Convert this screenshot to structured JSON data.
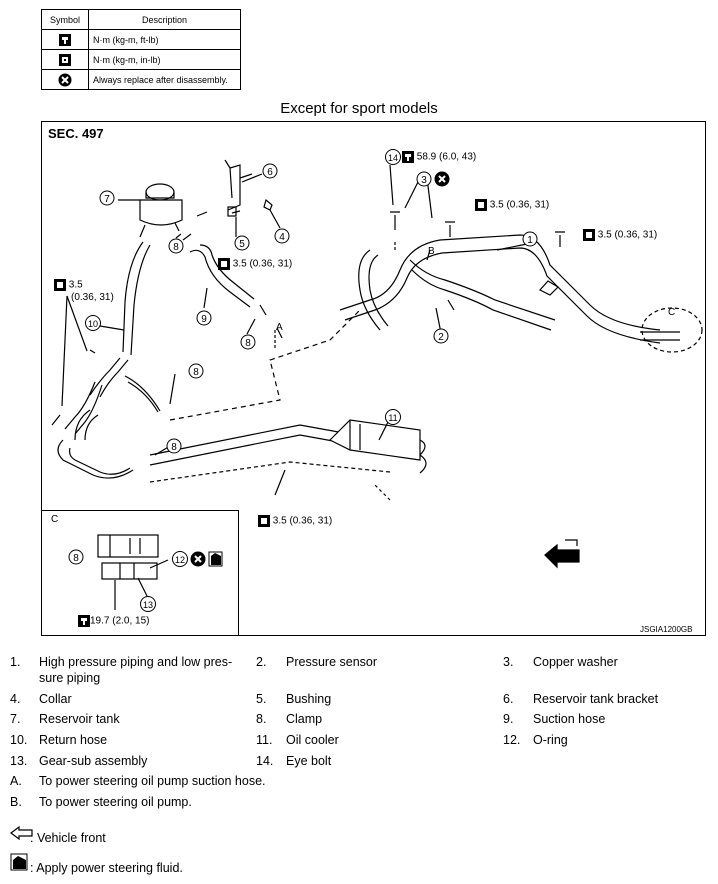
{
  "symbol_table": {
    "header_symbol": "Symbol",
    "header_description": "Description",
    "rows": [
      {
        "icon": "torque-wrench-icon",
        "description": "N·m (kg-m, ft-lb)"
      },
      {
        "icon": "torque-wrench-small-icon",
        "description": "N·m (kg-m, in-lb)"
      },
      {
        "icon": "replace-x-icon",
        "description": "Always replace after disassembly."
      }
    ]
  },
  "heading": "Except for sport models",
  "diagram": {
    "section": "SEC. 497",
    "inset_label": "C",
    "detail_label": "C",
    "code": "JSGIA1200GB",
    "torque_labels": {
      "t14": "58.9 (6.0, 43)",
      "t3a": "3.5 (0.36, 31)",
      "t1": "3.5 (0.36, 31)",
      "t9": "3.5 (0.36, 31)",
      "t10a": "3.5",
      "t10b": "(0.36, 31)",
      "t11": "3.5 (0.36, 31)",
      "t13": "19.7 (2.0, 15)"
    },
    "callouts": [
      "1",
      "2",
      "3",
      "4",
      "5",
      "6",
      "7",
      "8",
      "9",
      "10",
      "11",
      "12",
      "13",
      "14"
    ],
    "letters": {
      "a": "A",
      "b": "B"
    }
  },
  "legend": [
    {
      "num": "1.",
      "text": "High pressure piping and low pres-",
      "text2": "sure piping"
    },
    {
      "num": "2.",
      "text": "Pressure sensor"
    },
    {
      "num": "3.",
      "text": "Copper washer"
    },
    {
      "num": "4.",
      "text": "Collar"
    },
    {
      "num": "5.",
      "text": "Bushing"
    },
    {
      "num": "6.",
      "text": "Reservoir tank bracket"
    },
    {
      "num": "7.",
      "text": "Reservoir tank"
    },
    {
      "num": "8.",
      "text": "Clamp"
    },
    {
      "num": "9.",
      "text": "Suction hose"
    },
    {
      "num": "10.",
      "text": "Return hose"
    },
    {
      "num": "11.",
      "text": "Oil cooler"
    },
    {
      "num": "12.",
      "text": "O-ring"
    },
    {
      "num": "13.",
      "text": "Gear-sub assembly"
    },
    {
      "num": "14.",
      "text": "Eye bolt"
    }
  ],
  "notes": [
    {
      "letter": "A.",
      "text": "To power steering oil pump suction hose."
    },
    {
      "letter": "B.",
      "text": "To power steering oil pump."
    }
  ],
  "footnotes": {
    "vehicle_front": ": Vehicle front",
    "apply_fluid": ": Apply power steering fluid."
  }
}
